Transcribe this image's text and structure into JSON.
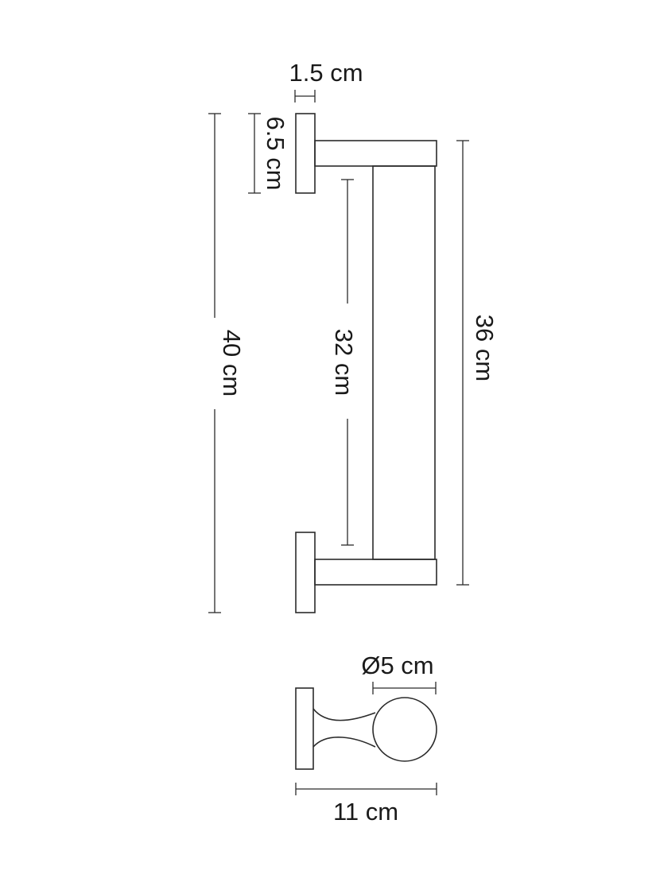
{
  "dimensions": {
    "plate_thickness": "1.5 cm",
    "plate_height": "6.5 cm",
    "total_length": "40 cm",
    "inner_length": "32 cm",
    "bar_length": "36 cm",
    "bar_diameter": "Ø5 cm",
    "projection": "11 cm"
  },
  "colors": {
    "line": "#2b2b2b",
    "background": "#ffffff"
  }
}
